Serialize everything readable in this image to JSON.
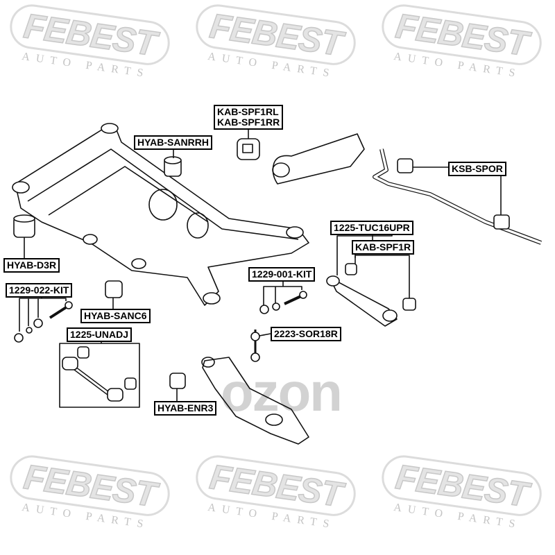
{
  "watermark": {
    "brand": "FEBEST",
    "subtitle": "AUTO PARTS",
    "marketplace_logo": "ozon"
  },
  "labels": {
    "kab_spf1rl": "KAB-SPF1RL",
    "kab_spf1rr": "KAB-SPF1RR",
    "hyab_sanrrh": "HYAB-SANRRH",
    "ksb_spor": "KSB-SPOR",
    "tuc16upr": "1225-TUC16UPR",
    "kab_spf1r": "KAB-SPF1R",
    "hyab_d3r": "HYAB-D3R",
    "kit_022": "1229-022-KIT",
    "hyab_sanc6": "HYAB-SANC6",
    "kit_001": "1229-001-KIT",
    "sor18r": "2223-SOR18R",
    "unadj": "1225-UNADJ",
    "hyab_enr3": "HYAB-ENR3"
  }
}
